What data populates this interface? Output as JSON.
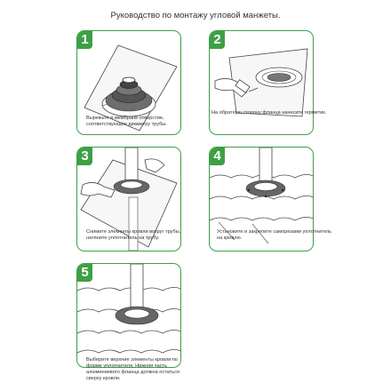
{
  "title": "Руководство по монтажу угловой манжеты.",
  "steps": [
    {
      "number": "1",
      "caption": "Вырежьте в мембране отверстие, соответствующее диаметру трубы."
    },
    {
      "number": "2",
      "caption": "На обратную сторону фланца нанесите герметик."
    },
    {
      "number": "3",
      "caption": "Снимите элементы кровли вокруг трубы, натяните уплотнитель на трубу."
    },
    {
      "number": "4",
      "caption": "Установите и закрепите саморезами уплотнитель на кровлю."
    },
    {
      "number": "5",
      "caption": "Выберите верхние элементы кровли по форме уплотнителя. Нижняя часть алюминиевого фланца должна остаться сверху кровли."
    }
  ],
  "colors": {
    "accent": "#3da045",
    "line": "#444444",
    "flange": "#555555"
  }
}
